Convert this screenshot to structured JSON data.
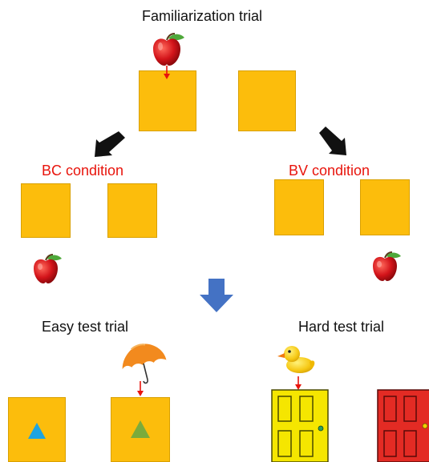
{
  "labels": {
    "familiarization": "Familiarization trial",
    "bc_condition": "BC condition",
    "bv_condition": "BV condition",
    "easy_test": "Easy test trial",
    "hard_test": "Hard test trial"
  },
  "colors": {
    "box": "#fcbd0c",
    "condition_text": "#e8140c",
    "indicator_arrow": "#e8140c",
    "down_arrow": "#4472c4",
    "yellow_door": "#f5e600",
    "red_door": "#e32b24",
    "blue_triangle": "#1ea4e0",
    "green_triangle": "#7bab3c"
  },
  "icons": [
    "apple-icon",
    "umbrella-icon",
    "duck-icon",
    "door-icon",
    "triangle-icon",
    "arrow-icon"
  ]
}
